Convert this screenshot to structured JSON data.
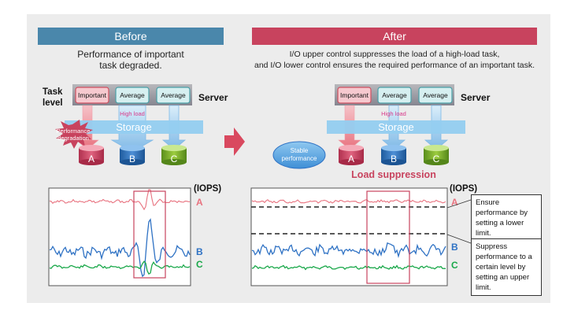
{
  "before": {
    "header": "Before",
    "description_lines": [
      "Performance of important",
      "task degraded."
    ],
    "task_level_lines": [
      "Task",
      "level"
    ],
    "server_label": "Server",
    "tasks": [
      "Important",
      "Average",
      "Average"
    ],
    "high_load": "High load",
    "storage_label": "Storage",
    "performance_lines": [
      "Performance",
      "degradation"
    ],
    "cylinders": [
      "A",
      "B",
      "C"
    ],
    "chart_unit": "(IOPS)",
    "series_labels": [
      "A",
      "B",
      "C"
    ]
  },
  "after": {
    "header": "After",
    "description_lines": [
      "I/O upper control suppresses the load of a high-load task,",
      "and I/O lower control ensures the required performance of an important task."
    ],
    "server_label": "Server",
    "tasks": [
      "Important",
      "Average",
      "Average"
    ],
    "high_load": "High load",
    "storage_label": "Storage",
    "stable_lines": [
      "Stable",
      "performance"
    ],
    "cylinders": [
      "A",
      "B",
      "C"
    ],
    "load_suppression": "Load suppression",
    "chart_unit": "(IOPS)",
    "series_labels": [
      "A",
      "B",
      "C"
    ],
    "note_lower": "Ensure performance by setting a lower limit.",
    "note_upper": "Suppress performance to a certain level by setting an upper limit."
  },
  "colors": {
    "before_header": "#4a87ab",
    "after_header": "#c8435e",
    "series_a": "#e8727f",
    "series_b": "#2f72c4",
    "series_c": "#1aa84a",
    "highlight_box": "#c8435e",
    "storage_bar": "#94cdf0"
  }
}
